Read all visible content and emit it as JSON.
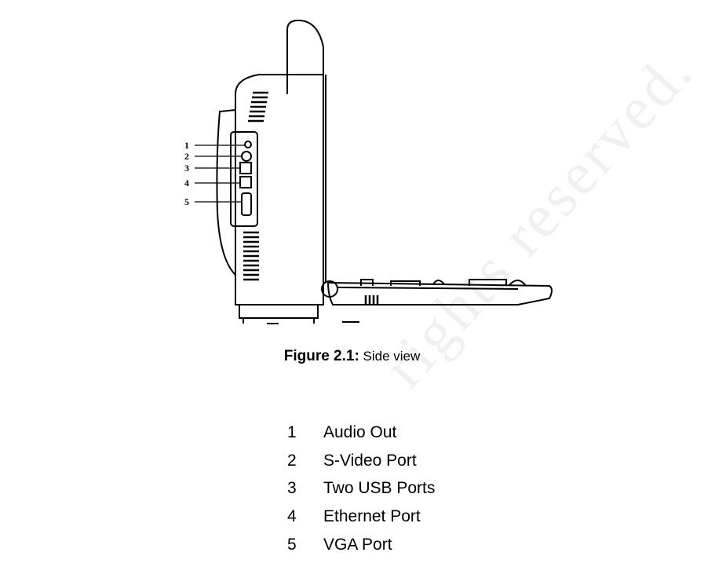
{
  "figure": {
    "caption_label": "Figure 2.1:",
    "caption_text": " Side view",
    "callouts": [
      "1",
      "2",
      "3",
      "4",
      "5"
    ]
  },
  "legend": [
    {
      "num": "1",
      "label": "Audio Out"
    },
    {
      "num": "2",
      "label": "S-Video Port"
    },
    {
      "num": "3",
      "label": "Two USB Ports"
    },
    {
      "num": "4",
      "label": "Ethernet Port"
    },
    {
      "num": "5",
      "label": "VGA Port"
    }
  ],
  "watermark": {
    "text": "rights reserved."
  }
}
